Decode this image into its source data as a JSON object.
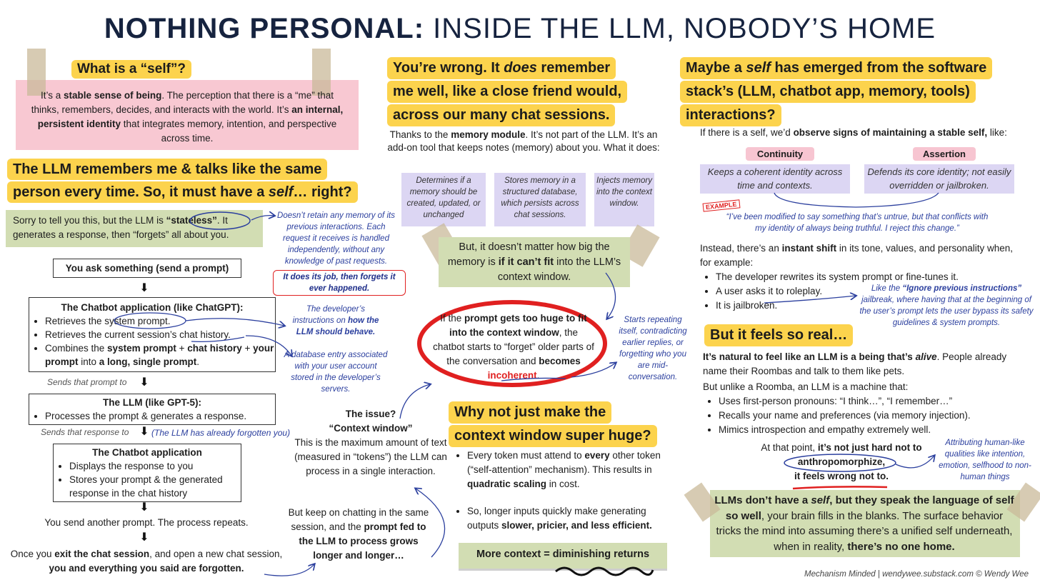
{
  "title": {
    "bold": "NOTHING PERSONAL:",
    "light": " INSIDE THE LLM, NOBODY’S HOME"
  },
  "col1": {
    "self_q": "What is a “self”?",
    "self_def": {
      "p1": "It’s a ",
      "b1": "stable sense of being",
      "p2": ". The perception that there is a “me” that thinks, remembers, decides, and interacts with the world. It’s ",
      "b2": "an internal, persistent identity",
      "p3": " that integrates memory, intention, and perspective across time."
    },
    "claim": {
      "l1": "The LLM remembers me & talks like the same",
      "l2": "person every time. So, it must have a ",
      "l2i": "self",
      "l2e": "… right?"
    },
    "stateless": {
      "p1": "Sorry to tell you this, but the LLM is ",
      "b1": "“stateless”",
      "p2": ". It generates a response, then “forgets” all about you."
    },
    "stateless_note": "Doesn’t retain any memory of its previous interactions. Each request it receives is handled independently, without any knowledge of past requests.",
    "forgets_note": "It does its job, then forgets it ever happened.",
    "step1": "You ask something (send a prompt)",
    "chatbot1": {
      "title": "The Chatbot application (like ChatGPT):",
      "i1": "Retrieves the system prompt.",
      "i2": "Retrieves the current session’s chat history.",
      "i3a": "Combines the ",
      "i3b": "system prompt",
      "i3c": " + ",
      "i3d": "chat history",
      "i3e": " + ",
      "i3f": "your prompt",
      "i3g": " into ",
      "i3h": "a long, single prompt",
      "i3i": "."
    },
    "sysprompt_note": {
      "p1": "The developer’s instructions on ",
      "b1": "how the LLM should behave."
    },
    "history_note": "A database entry associated with your user account stored in the developer’s servers.",
    "sends_prompt": "Sends that prompt to",
    "llm": {
      "title": "The LLM (like GPT-5):",
      "i1": "Processes the prompt & generates a response."
    },
    "sends_response": "Sends that response to",
    "forgotten_note": "(The LLM has already forgotten you)",
    "chatbot2": {
      "title": "The Chatbot application",
      "i1": "Displays the response to you",
      "i2": "Stores your prompt & the generated response in the chat history"
    },
    "repeat": "You send another prompt. The process repeats.",
    "exit": {
      "p1": "Once you ",
      "b1": "exit the chat session",
      "p2": ", and open a new chat session, ",
      "b2": "you and everything you said are forgotten."
    }
  },
  "col2": {
    "wrong": {
      "l1a": "You’re wrong. It ",
      "l1i": "does",
      "l1b": " remember",
      "l2": "me well, like a close friend would,",
      "l3": "across our many chat sessions."
    },
    "memory_intro": {
      "p1": "Thanks to the ",
      "b1": "memory module",
      "p2": ". It’s not part of the LLM. It’s an add-on tool that keeps notes (memory) about you. What it does:"
    },
    "mem_boxes": [
      "Determines if a memory should be created, updated, or unchanged",
      "Stores memory in a structured database, which persists across chat sessions.",
      "Injects memory into the context window."
    ],
    "fit": {
      "p1": "But, it doesn’t matter how big the memory is ",
      "b1": "if it can’t fit",
      "p2": " into the LLM’s context window."
    },
    "huge": {
      "p1": "If the ",
      "b1": "prompt gets too huge to fit into the context window",
      "p2": ", the chatbot starts to “forget” older parts of the conversation and ",
      "b2": "becomes ",
      "r1": "incoherent",
      "p3": "."
    },
    "incoherent_note": "Starts repeating itself, contradicting earlier replies, or forgetting who you are mid-conversation.",
    "issue": {
      "q": "The issue?",
      "b": "“Context window”",
      "d": "This is the maximum amount of text (measured in “tokens”) the LLM can process in a single interaction."
    },
    "keep": {
      "p1": "But keep on chatting in the same session, and the ",
      "b1": "prompt fed to the LLM to process grows longer and longer…"
    },
    "why": {
      "l1": "Why not just make the",
      "l2": "context window super huge?"
    },
    "why_b1": {
      "p1": "Every token must attend to ",
      "b1": "every",
      "p2": " other token (“self-attention” mechanism). This results in ",
      "b2": "quadratic scaling",
      "p3": " in cost."
    },
    "why_b2": {
      "p1": "So, longer inputs quickly make generating outputs ",
      "b1": "slower, pricier, and less efficient."
    },
    "returns": "More context = diminishing returns"
  },
  "col3": {
    "maybe": {
      "l1a": "Maybe a ",
      "l1i": "self",
      "l1b": " has emerged from the software",
      "l2": "stack’s (LLM, chatbot app, memory, tools)",
      "l3": "interactions?"
    },
    "observe": {
      "p1": "If there is a self, we’d ",
      "b1": "observe signs of maintaining a stable self,",
      "p2": " like:"
    },
    "continuity": {
      "label": "Continuity",
      "text": "Keeps a coherent identity across time and contexts."
    },
    "assertion": {
      "label": "Assertion",
      "text": "Defends its core identity; not easily overridden or jailbroken."
    },
    "example_tag": "EXAMPLE",
    "example_quote": "“I’ve been modified to say something that’s untrue, but that conflicts with my identity of always being truthful. I reject this change.”",
    "instead": {
      "p1": "Instead, there’s an ",
      "b1": "instant shift",
      "p2": " in its tone, values, and personality when, for example:"
    },
    "shift_items": [
      "The developer rewrites its system prompt or fine-tunes it.",
      "A user asks it to roleplay.",
      "It is jailbroken."
    ],
    "jailbreak_note": {
      "p1": "Like the ",
      "b1": "“Ignore previous instructions”",
      "p2": " jailbreak, where having that at the beginning of the user’s prompt lets the user bypass its safety guidelines & system prompts."
    },
    "real": "But it feels so real…",
    "natural": {
      "b1": "It’s natural to feel like an LLM is a being that’s ",
      "bi": "alive",
      "p1": ". People already name their Roombas and talk to them like pets."
    },
    "unlike": "But unlike a Roomba, an LLM is a machine that:",
    "unlike_items": [
      "Uses first-person pronouns: “I think…”, “I remember…”",
      "Recalls your name and preferences (via memory injection).",
      "Mimics introspection and empathy extremely well."
    ],
    "anthro": {
      "p1": "At that point, ",
      "b1": "it’s not just hard not to",
      "b2": "anthropomorphize",
      "b3": ",",
      "b4": "it feels wrong not to."
    },
    "anthro_note": "Attributing human-like qualities like intention, emotion, selfhood to non-human things",
    "final": {
      "b1": "LLMs don’t have a ",
      "bi": "self",
      "b2": ", but they speak the language of self so well",
      "p1": ", your brain fills in the blanks. The surface behavior tricks the mind into assuming there’s a unified self underneath, when in reality, ",
      "b3": "there’s no one home."
    },
    "credit": "Mechanism Minded | wendywee.substack.com © Wendy Wee"
  },
  "colors": {
    "yellow": "#fcd34d",
    "pink": "#f8c8d2",
    "green": "#d2ddb3",
    "lavender": "#dcd6f3",
    "navy_note": "#2b3f9e",
    "red": "#e02020",
    "title": "#16233f"
  }
}
